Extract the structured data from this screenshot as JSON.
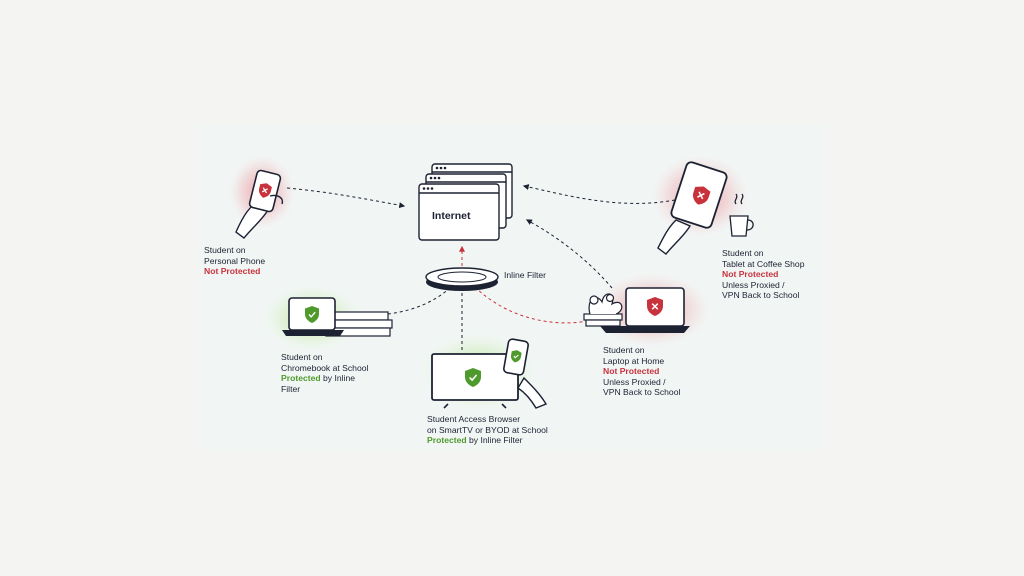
{
  "diagram": {
    "internet_label": "Internet",
    "filter_label": [
      "Inline",
      "Filter"
    ],
    "nodes": {
      "phone": {
        "lines": [
          "Student on",
          "Personal Phone"
        ],
        "status": "Not Protected",
        "extra": []
      },
      "tablet": {
        "lines": [
          "Student on",
          "Tablet at Coffee Shop"
        ],
        "status": "Not Protected",
        "extra": [
          "Unless Proxied /",
          "VPN Back to School"
        ]
      },
      "chromebook": {
        "lines": [
          "Student on",
          "Chromebook at School"
        ],
        "status": "Protected",
        "status_suffix": " by Inline",
        "extra": [
          "Filter"
        ]
      },
      "smarttv": {
        "lines": [
          "Student Access Browser",
          "on SmartTV or BYOD at School"
        ],
        "status": "Protected",
        "status_suffix": " by Inline Filter",
        "extra": []
      },
      "laptop": {
        "lines": [
          "Student on",
          "Laptop at Home"
        ],
        "status": "Not Protected",
        "extra": [
          "Unless Proxied /",
          "VPN Back to School"
        ]
      }
    },
    "colors": {
      "navy": "#1d2233",
      "not_protected": "#c8323c",
      "protected": "#4f9a2c",
      "panel": "#f1f6f5",
      "page": "#f4f4f3"
    }
  }
}
